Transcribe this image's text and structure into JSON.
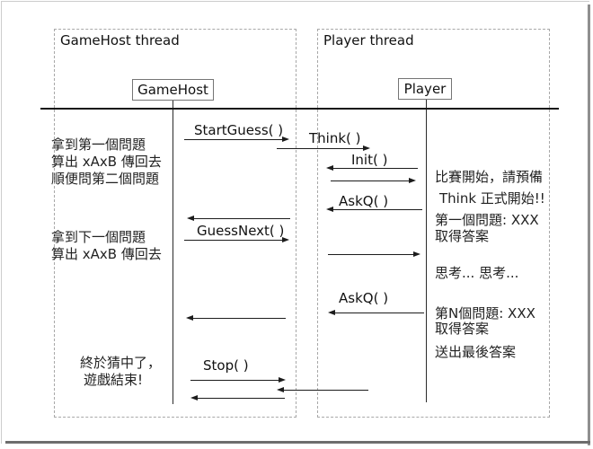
{
  "lanes": {
    "gamehost": {
      "title": "GameHost thread",
      "object": "GameHost"
    },
    "player": {
      "title": "Player thread",
      "object": "Player"
    }
  },
  "messages": {
    "start_guess": "StartGuess( )",
    "think": "Think( )",
    "init": "Init( )",
    "ask_q_first": "AskQ( )",
    "guess_next": "GuessNext( )",
    "ask_q_nth": "AskQ( )",
    "stop": "Stop( )"
  },
  "gamehost_notes": {
    "first_question": {
      "line1": "拿到第一個問題",
      "line2": "算出 xAxB 傳回去",
      "line3": "順便問第二個問題"
    },
    "next_question": {
      "line1": "拿到下一個問題",
      "line2": "算出 xAxB 傳回去"
    },
    "game_over": {
      "line1": "終於猜中了，",
      "line2": "遊戲結束!"
    }
  },
  "player_notes": {
    "line1": "比賽開始，請預備",
    "line2": "Think 正式開始!!",
    "line3": "第一個問題: XXX",
    "line4": "取得答案",
    "line5": "思考...  思考...",
    "line6": "第N個問題: XXX",
    "line7": "取得答案",
    "line8": "送出最後答案"
  },
  "colors": {
    "line": "#1c1c1c",
    "dashed_border": "#a8a8a8",
    "frame_light": "#cccccc",
    "frame_shadow": "#6d6d6d",
    "text": "#1a1a1a",
    "background": "#ffffff"
  }
}
